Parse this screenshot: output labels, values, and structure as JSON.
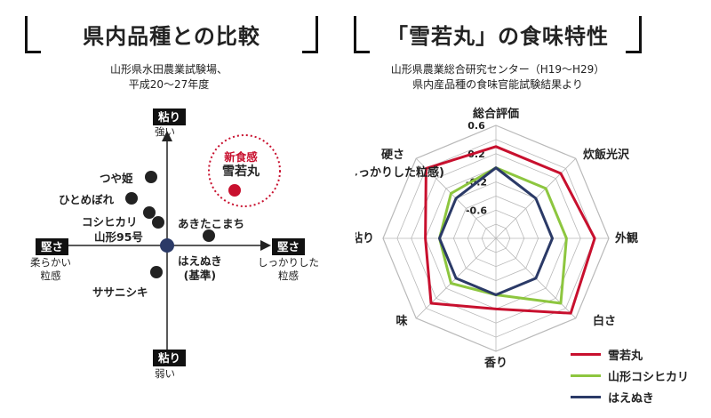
{
  "left": {
    "title": "県内品種との比較",
    "subtitle_line1": "山形県水田農業試験場、",
    "subtitle_line2": "平成20〜27年度",
    "axis": {
      "top_label": "粘り",
      "top_sub": "強い",
      "bottom_label": "粘り",
      "bottom_sub": "弱い",
      "left_label": "堅さ",
      "left_sub1": "柔らかい",
      "left_sub2": "粒感",
      "right_label": "堅さ",
      "right_sub1": "しっかりした",
      "right_sub2": "粒感"
    },
    "points": [
      {
        "label": "つや姫"
      },
      {
        "label": "ひとめぼれ"
      },
      {
        "label": "コシヒカリ"
      },
      {
        "label": "山形95号"
      },
      {
        "label": "あきたこまち"
      },
      {
        "label": "ササニシキ"
      },
      {
        "label_line1": "はえぬき",
        "label_line2": "(基準)"
      }
    ],
    "highlight": {
      "line1": "新食感",
      "line2": "雪若丸",
      "color": "#c8102e"
    },
    "origin_color": "#2b3a67"
  },
  "right": {
    "title": "「雪若丸」の食味特性",
    "subtitle_line1": "山形県農業総合研究センター（H19〜H29）",
    "subtitle_line2": "県内産品種の食味官能試験結果より"
  },
  "chart_data": {
    "type": "radar",
    "axes": [
      "総合評価",
      "炊飯光沢",
      "外観",
      "白さ",
      "香り",
      "味",
      "粘り",
      "硬さ\n(しっかりした粒感)"
    ],
    "axis_labels": [
      "総合評価",
      "炊飯光沢",
      "外観",
      "白さ",
      "香り",
      "味",
      "粘り",
      "硬さ",
      "(しっかりした粒感)"
    ],
    "tick_labels": [
      "0.6",
      "0.2",
      "-0.2",
      "-0.6"
    ],
    "rmin": -1.0,
    "rmax": 0.6,
    "series": [
      {
        "name": "雪若丸",
        "color": "#c8102e",
        "values": [
          0.3,
          0.3,
          0.4,
          0.5,
          0.0,
          0.3,
          0.0,
          0.4
        ]
      },
      {
        "name": "山形コシヒカリ",
        "color": "#8dc63f",
        "values": [
          0.0,
          0.0,
          0.0,
          0.3,
          -0.2,
          -0.1,
          -0.2,
          -0.1
        ]
      },
      {
        "name": "はえぬき",
        "color": "#2b3a67",
        "values": [
          0.0,
          -0.2,
          -0.2,
          -0.2,
          -0.2,
          -0.2,
          -0.2,
          -0.2
        ]
      }
    ]
  }
}
